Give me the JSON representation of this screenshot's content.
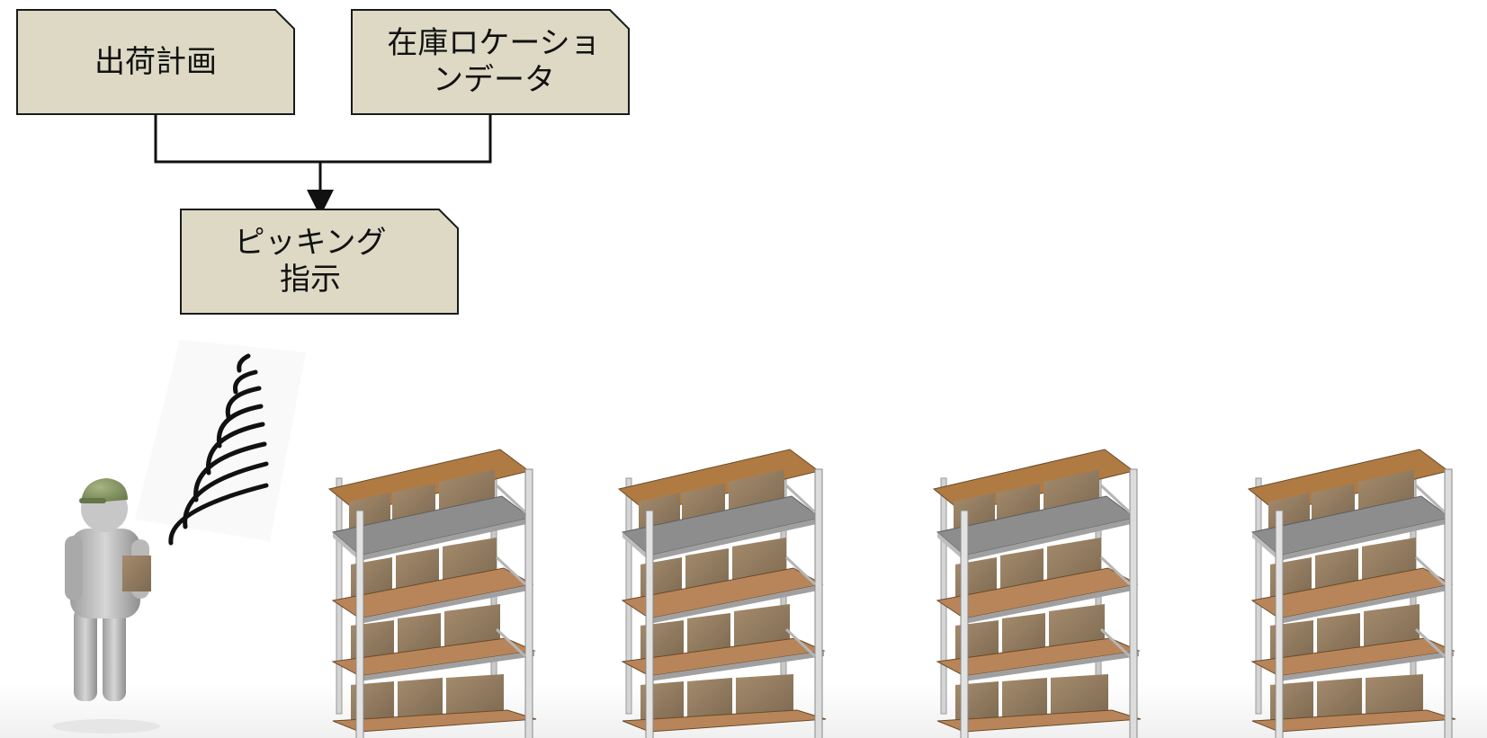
{
  "nodes": {
    "shipping_plan": "出荷計画",
    "inventory_location_data": "在庫ロケーショ\nンデータ",
    "picking_instruction": "ピッキング\n指示"
  },
  "edges": [
    {
      "from": "shipping_plan",
      "to": "picking_instruction"
    },
    {
      "from": "inventory_location_data",
      "to": "picking_instruction"
    }
  ],
  "colors": {
    "box_fill": "#ddd9c4",
    "box_stroke": "#1a1a1a",
    "shelf_frame": "#c9c9c9",
    "shelf_top": "#a8753f",
    "box_cardboard": "#9c8466",
    "worker_body": "#bdbdbd",
    "worker_cap": "#8a9a66"
  },
  "illustration": {
    "worker": "worker-holding-box",
    "signal": "wireless-signal-icon",
    "shelves": 4
  }
}
